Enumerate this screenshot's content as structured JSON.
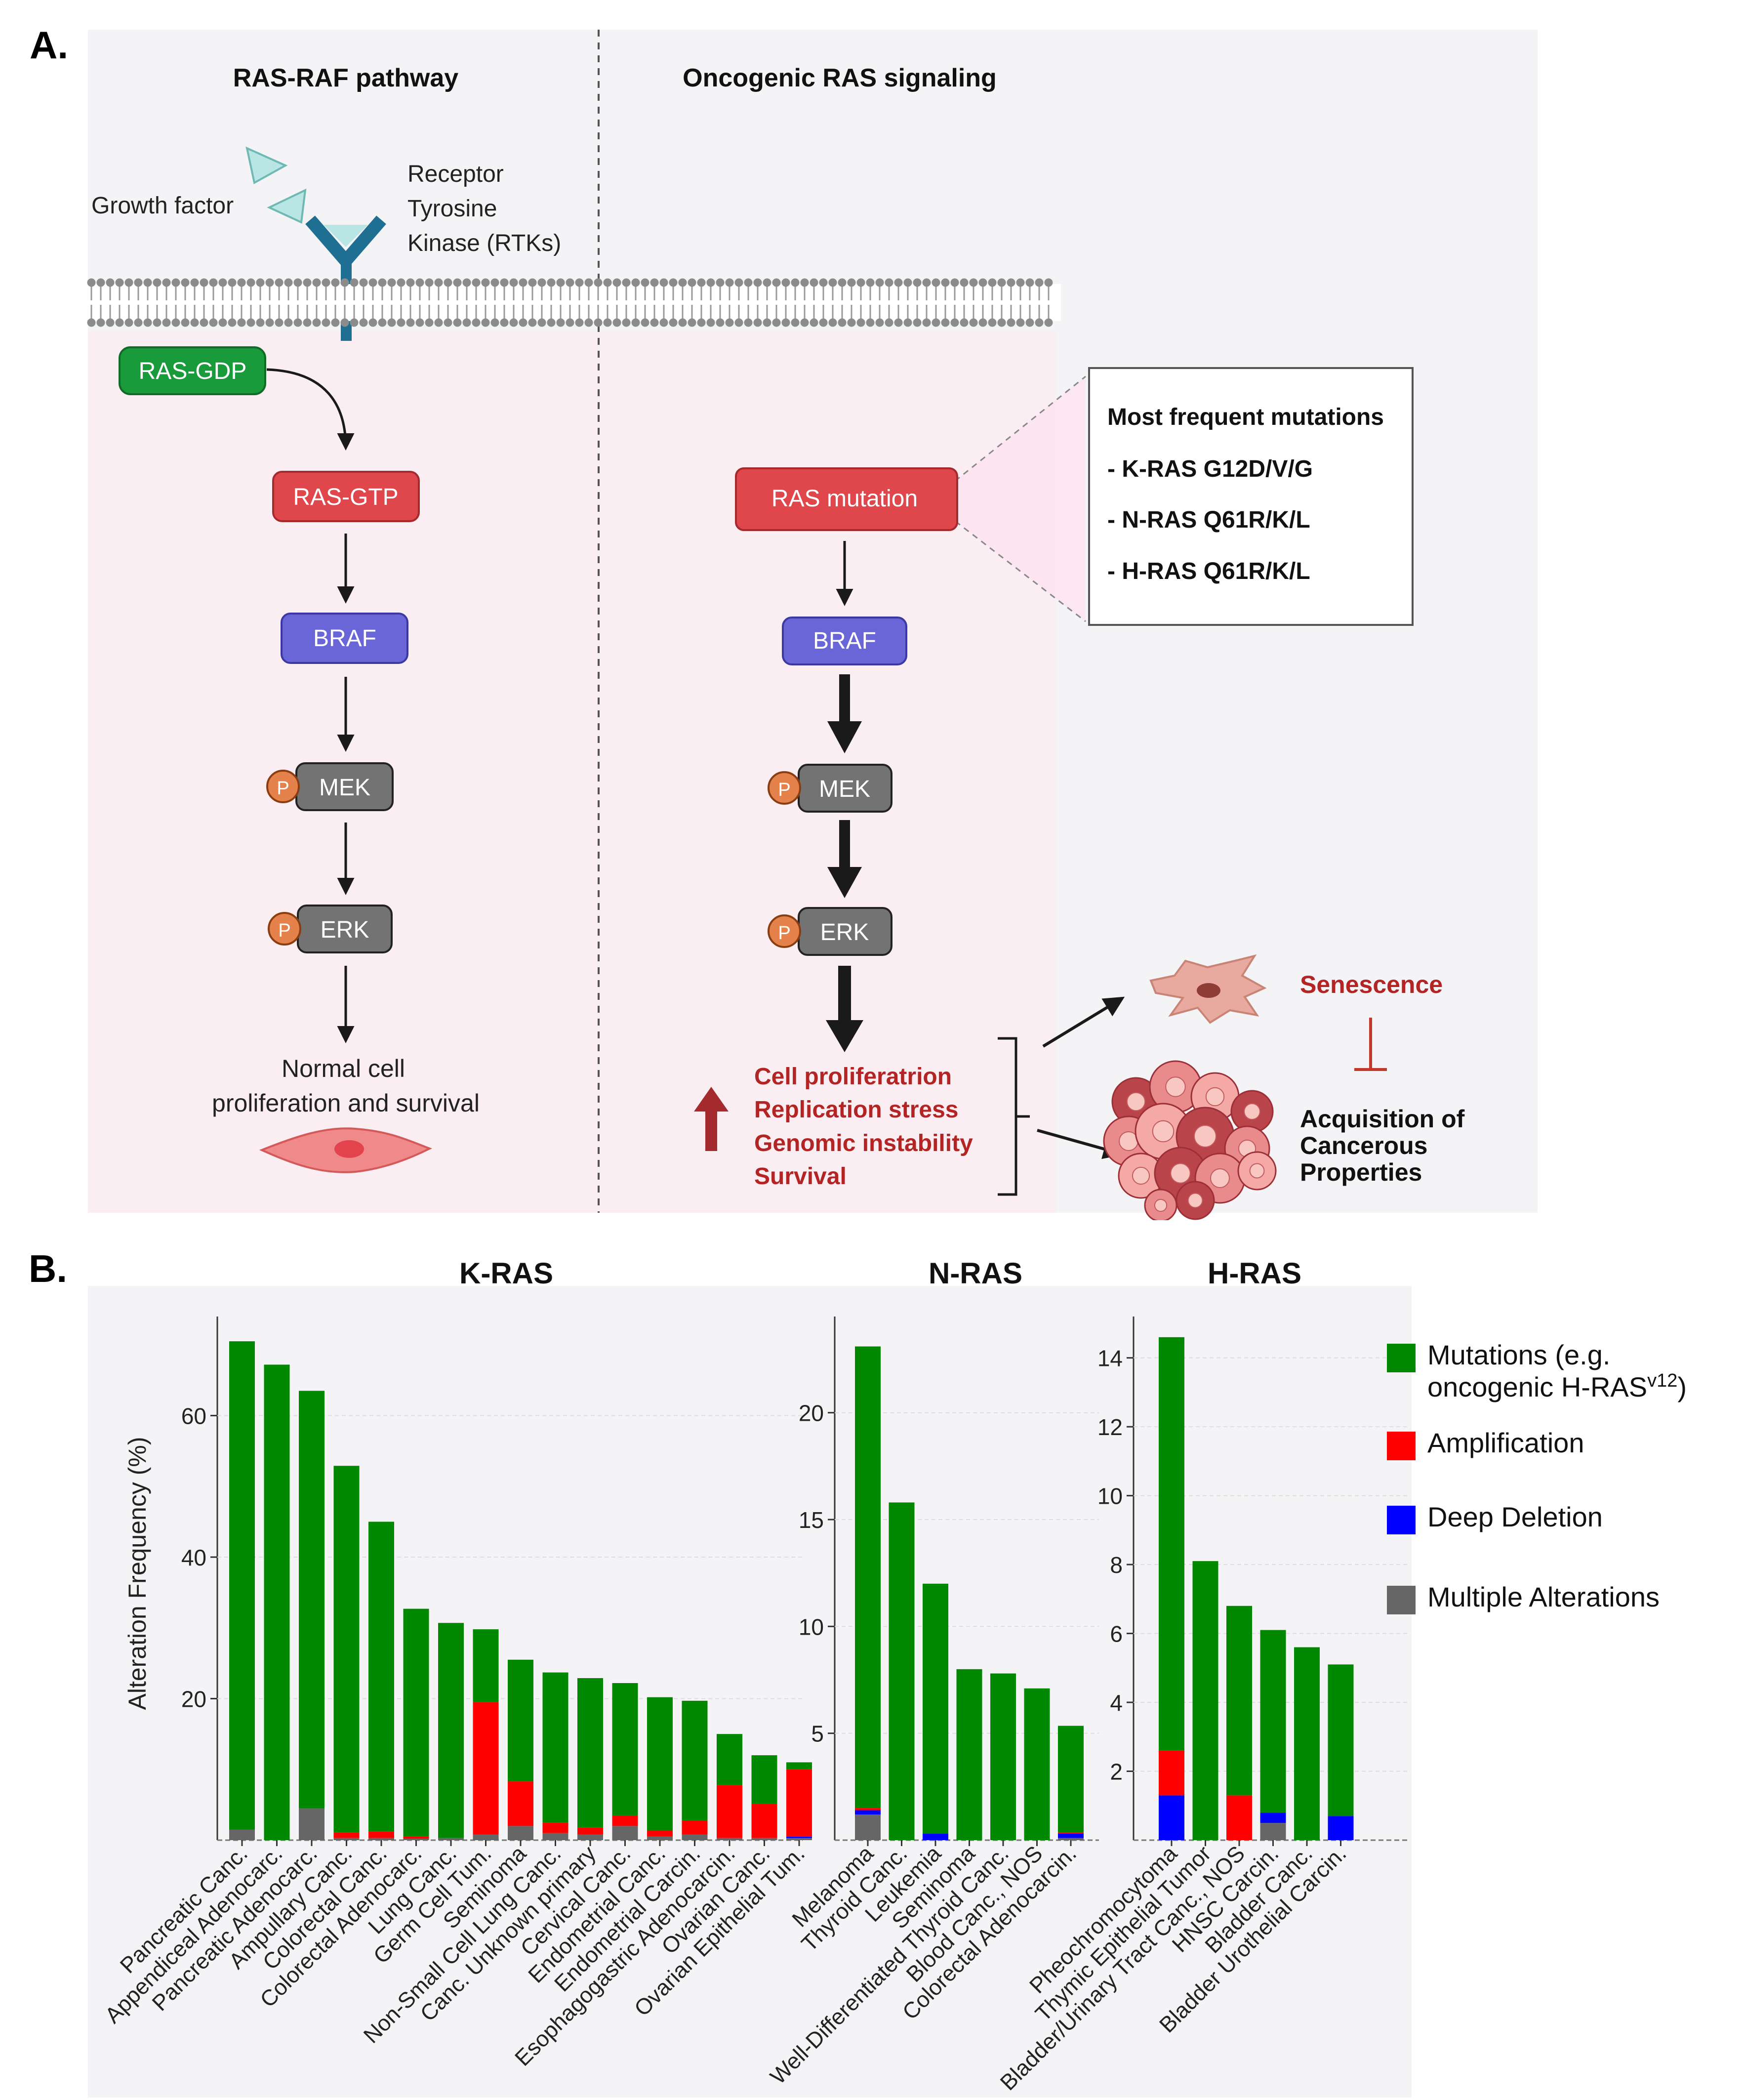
{
  "panel_a": {
    "label": "A.",
    "left_title": "RAS-RAF pathway",
    "right_title": "Oncogenic RAS signaling",
    "growth_factor": "Growth factor",
    "rtk_lines": [
      "Receptor",
      "Tyrosine",
      "Kinase (RTKs)"
    ],
    "ras_gdp": "RAS-GDP",
    "ras_gtp": "RAS-GTP",
    "braf": "BRAF",
    "mek": "MEK",
    "erk": "ERK",
    "phospho": "P",
    "normal_outcome": [
      "Normal cell",
      "proliferation and survival"
    ],
    "ras_mutation": "RAS mutation",
    "mutations_title": "Most frequent mutations",
    "mutations": [
      "- K-RAS G12D/V/G",
      "- N-RAS Q61R/K/L",
      "- H-RAS Q61R/K/L"
    ],
    "effects": [
      "Cell proliferatrion",
      "Replication stress",
      "Genomic instability",
      "Survival"
    ],
    "senescence": "Senescence",
    "cancer_outcome": [
      "Acquisition of",
      "Cancerous",
      "Properties"
    ],
    "colors": {
      "green": "#1a9b3b",
      "red": "#e0474c",
      "purple": "#6a66d8",
      "gray": "#737373",
      "orange": "#e5814a",
      "darkred": "#b32424"
    }
  },
  "panel_b": {
    "label": "B.",
    "ylabel": "Alteration Frequency (%)",
    "legend": [
      {
        "key": "mut",
        "label": "Mutations (e.g.",
        "label2": "oncogenic H-RAS",
        "sup": "v12",
        "tail": ")",
        "color": "#008800"
      },
      {
        "key": "amp",
        "label": "Amplification",
        "color": "#ff0000"
      },
      {
        "key": "del",
        "label": "Deep Deletion",
        "color": "#0000ff"
      },
      {
        "key": "multi",
        "label": "Multiple Alterations",
        "color": "#666666"
      }
    ]
  },
  "chart_data": [
    {
      "type": "bar",
      "title": "K-RAS",
      "ylabel": "Alteration Frequency (%)",
      "ylim": [
        0,
        74
      ],
      "yticks": [
        20,
        40,
        60
      ],
      "stacked": true,
      "categories": [
        "Pancreatic Canc.",
        "Appendiceal Adenocarc.",
        "Pancreatic Adenocarc.",
        "Ampullary Canc.",
        "Colorectal Canc.",
        "Colorectal Adenocarc.",
        "Lung Canc.",
        "Germ Cell Tum.",
        "Seminoma",
        "Non-Small Cell Lung Canc.",
        "Canc. Unknown primary",
        "Cervical Canc.",
        "Endometrial Canc.",
        "Endometrial Carcin.",
        "Esophagogastric Adenocarcin.",
        "Ovarian Canc.",
        "Ovarian Epithelial Tum."
      ],
      "series": [
        {
          "name": "Multiple Alterations",
          "values": [
            1.5,
            0,
            4.5,
            0.3,
            0.3,
            0.2,
            0.3,
            0.8,
            2,
            1,
            0.8,
            2,
            0.5,
            0.8,
            0.3,
            0.3,
            0.3
          ]
        },
        {
          "name": "Deep Deletion",
          "values": [
            0,
            0,
            0,
            0,
            0,
            0,
            0,
            0,
            0,
            0,
            0,
            0,
            0,
            0,
            0,
            0,
            0.2
          ]
        },
        {
          "name": "Amplification",
          "values": [
            0,
            0,
            0,
            0.8,
            0.9,
            0.3,
            0,
            18.7,
            6.3,
            1.5,
            1,
            1.5,
            0.9,
            2,
            7.5,
            4.8,
            9.5
          ]
        },
        {
          "name": "Mutations",
          "values": [
            69,
            67.2,
            59,
            51.8,
            43.8,
            32.2,
            30.4,
            10.3,
            17.2,
            21.2,
            21.1,
            18.7,
            18.8,
            16.9,
            7.2,
            6.9,
            1
          ]
        }
      ]
    },
    {
      "type": "bar",
      "title": "N-RAS",
      "ylim": [
        0,
        24.5
      ],
      "yticks": [
        5,
        10,
        15,
        20
      ],
      "stacked": true,
      "categories": [
        "Melanoma",
        "Thyroid Canc.",
        "Leukemia",
        "Seminoma",
        "Well-Differentiated Thyroid Canc.",
        "Blood Canc., NOS",
        "Colorectal Adenocarcin."
      ],
      "series": [
        {
          "name": "Multiple Alterations",
          "values": [
            1.2,
            0,
            0,
            0,
            0,
            0,
            0.1
          ]
        },
        {
          "name": "Deep Deletion",
          "values": [
            0.2,
            0,
            0.3,
            0,
            0,
            0,
            0.2
          ]
        },
        {
          "name": "Amplification",
          "values": [
            0.1,
            0,
            0,
            0,
            0,
            0,
            0.05
          ]
        },
        {
          "name": "Mutations",
          "values": [
            21.6,
            15.8,
            11.7,
            8,
            7.8,
            7.1,
            5
          ]
        }
      ]
    },
    {
      "type": "bar",
      "title": "H-RAS",
      "ylim": [
        0,
        15.2
      ],
      "yticks": [
        2,
        4,
        6,
        8,
        10,
        12,
        14
      ],
      "stacked": true,
      "categories": [
        "Pheochromocytoma",
        "Thymic Epithelial Tumor",
        "Bladder/Urinary Tract Canc., NOS",
        "HNSC Carcin.",
        "Bladder Canc.",
        "Bladder Urothelial Carcin."
      ],
      "series": [
        {
          "name": "Multiple Alterations",
          "values": [
            0,
            0,
            0,
            0.5,
            0,
            0
          ]
        },
        {
          "name": "Deep Deletion",
          "values": [
            1.3,
            0,
            0,
            0.3,
            0,
            0.7
          ]
        },
        {
          "name": "Amplification",
          "values": [
            1.3,
            0,
            1.3,
            0,
            0,
            0
          ]
        },
        {
          "name": "Mutations",
          "values": [
            12,
            8.1,
            5.5,
            5.3,
            5.6,
            4.4
          ]
        }
      ]
    }
  ]
}
